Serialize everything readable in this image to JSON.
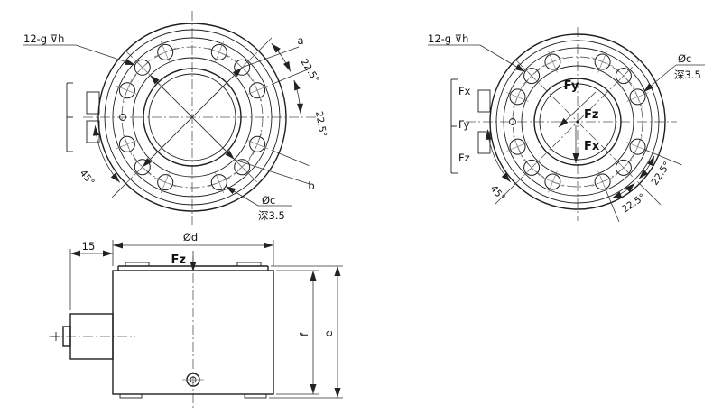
{
  "drawing": {
    "front_view": {
      "bolt_note": "12-g ⊽h",
      "label_a": "a",
      "label_b": "b",
      "angle_1": "22.5°",
      "angle_2": "22.5°",
      "angle_45": "45°",
      "hole_dia": "Øc",
      "hole_depth": "深3.5"
    },
    "axes_view": {
      "bolt_note": "12-g ⊽h",
      "hole_dia": "Øc",
      "hole_depth": "深3.5",
      "force_x": "Fx",
      "force_y": "Fy",
      "force_z": "Fz",
      "wire_labels": [
        "Fx",
        "Fy",
        "Fz"
      ],
      "angle_1": "22.5°",
      "angle_2": "22.5°",
      "angle_45": "45°"
    },
    "side_view": {
      "connector_width": "15",
      "dia_d": "Ød",
      "force_z": "Fz",
      "height_f": "f",
      "height_e": "e"
    },
    "colors": {
      "line": "#222222",
      "background": "#ffffff"
    }
  }
}
